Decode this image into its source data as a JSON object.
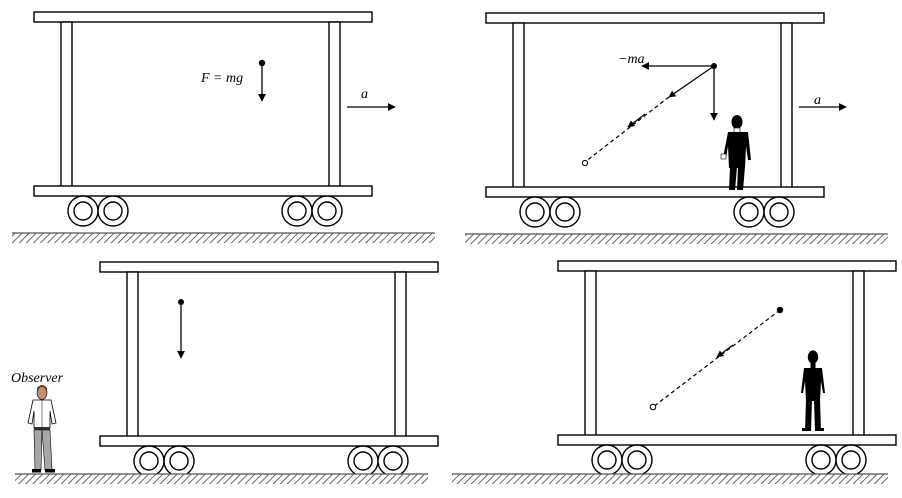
{
  "labels": {
    "force": "F = mg",
    "accel_1": "a",
    "accel_2": "a",
    "pseudo_force": "−ma",
    "observer": "Observer"
  },
  "colors": {
    "line": "#000000",
    "hatch": "#444444",
    "ground": "#555555",
    "skin": "#c8906a",
    "shirt": "#ffffff",
    "trousers": "#a8a8a8",
    "hair": "#7a2a10"
  },
  "icons": {
    "observer": "standing-man-icon",
    "passenger": "standing-man-silhouette-icon"
  }
}
